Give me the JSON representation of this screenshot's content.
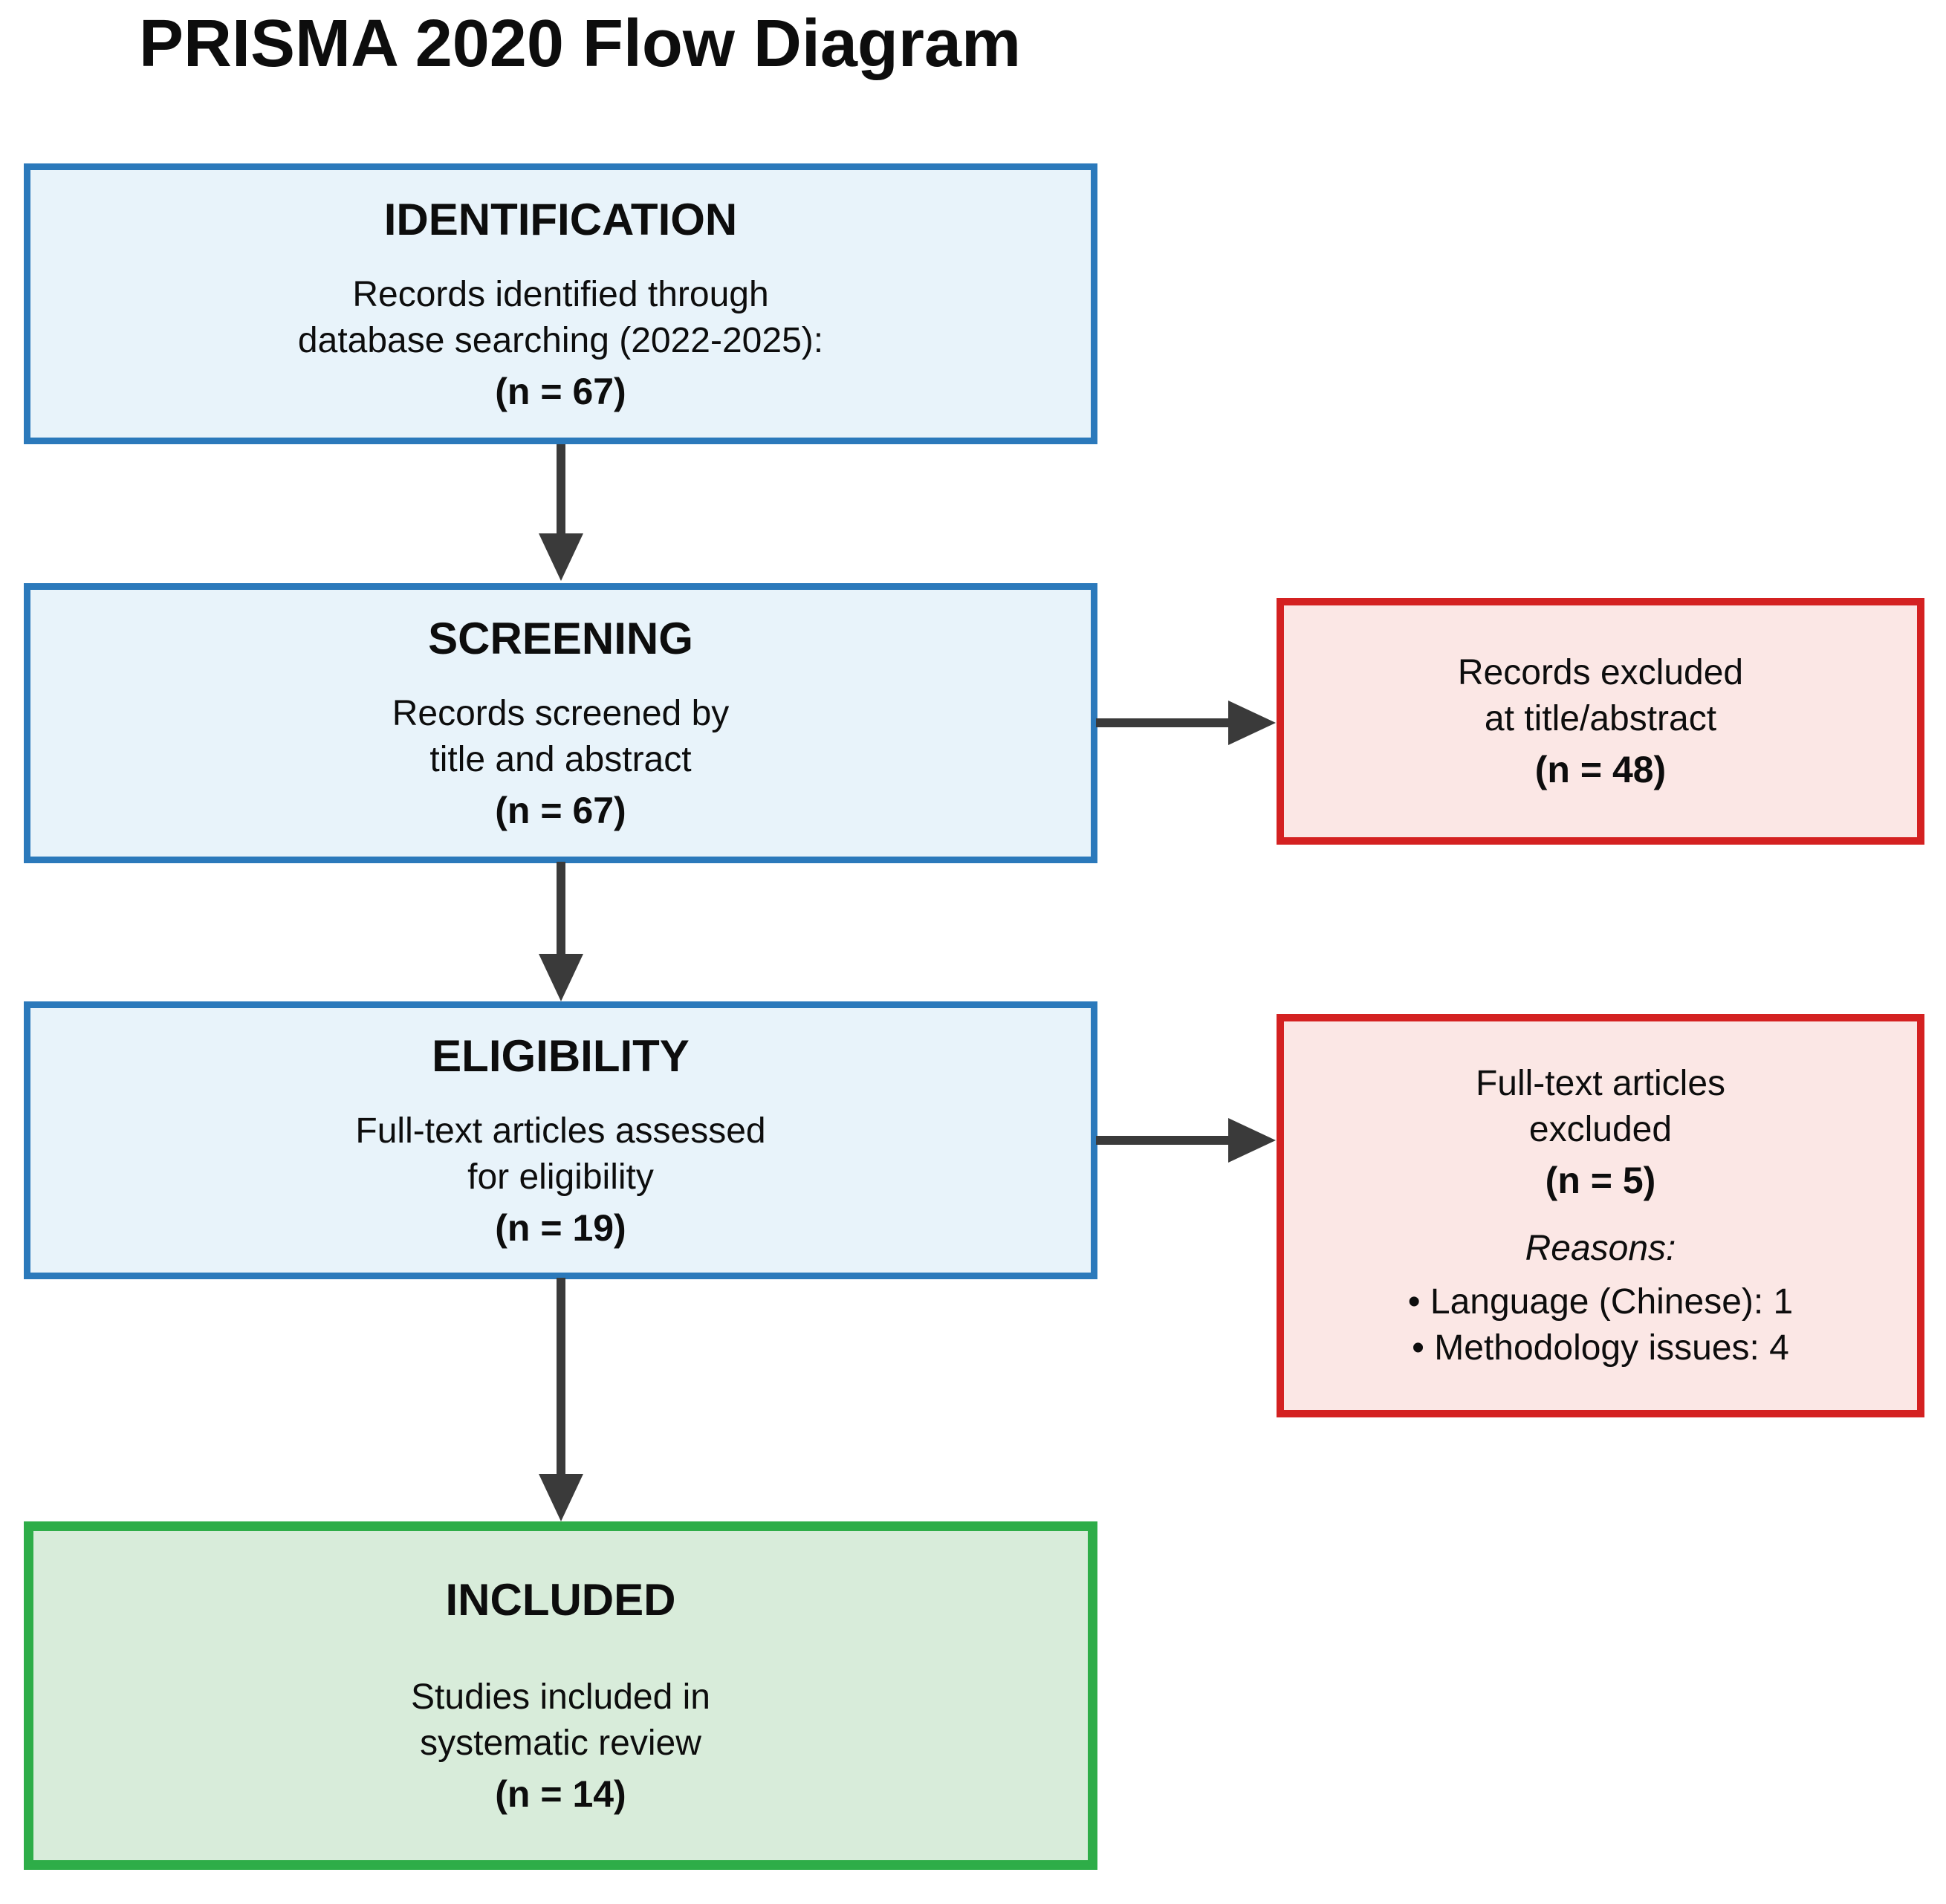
{
  "title": "PRISMA 2020 Flow Diagram",
  "colors": {
    "stage_box_border": "#2b79bb",
    "stage_box_fill": "#e8f3fa",
    "excluded_box_border": "#d42121",
    "excluded_box_fill": "#fbe7e5",
    "included_box_border": "#2ead48",
    "included_box_fill": "#d8ecda",
    "arrow": "#3a3a3a",
    "text": "#0d0d0d"
  },
  "boxes": {
    "identification": {
      "heading": "IDENTIFICATION",
      "lines": [
        "Records identified through",
        "database searching (2022-2025):"
      ],
      "count": "(n = 67)"
    },
    "screening": {
      "heading": "SCREENING",
      "lines": [
        "Records screened by",
        "title and abstract"
      ],
      "count": "(n = 67)"
    },
    "eligibility": {
      "heading": "ELIGIBILITY",
      "lines": [
        "Full-text articles assessed",
        "for eligibility"
      ],
      "count": "(n = 19)"
    },
    "included": {
      "heading": "INCLUDED",
      "lines": [
        "Studies included in",
        "systematic review"
      ],
      "count": "(n = 14)"
    },
    "excluded_screening": {
      "lines": [
        "Records excluded",
        "at title/abstract"
      ],
      "count": "(n = 48)"
    },
    "excluded_fulltext": {
      "lines": [
        "Full-text articles",
        "excluded"
      ],
      "count": "(n = 5)",
      "reasons_label": "Reasons:",
      "reasons": [
        "• Language (Chinese): 1",
        "• Methodology issues: 4"
      ]
    }
  }
}
